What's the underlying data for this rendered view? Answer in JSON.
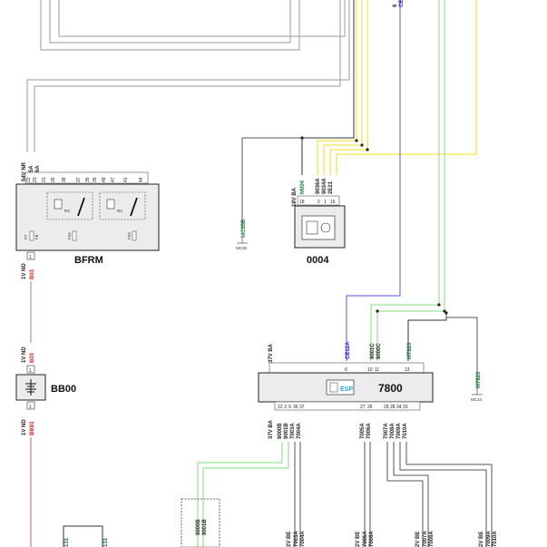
{
  "components": {
    "bfrm": {
      "name": "BFRM",
      "connector": "54V NR",
      "wires": [
        "0085A",
        "0086A"
      ],
      "pins": [
        "22",
        "23",
        "31",
        "26",
        "38",
        "37",
        "35",
        "39",
        "48",
        "47",
        "41",
        "44"
      ],
      "relays": [
        "R3",
        "R2"
      ],
      "fuses": [
        "F7",
        "F8",
        "F24",
        "F23"
      ],
      "lower_connector": "1V ND",
      "lower_pin": "1",
      "lower_wire": "B03"
    },
    "m0004": {
      "name": "0004",
      "connector": "18V BA",
      "wires": [
        "M004",
        "9036A",
        "9034A",
        "2E21"
      ],
      "pins": [
        "18",
        "2",
        "1",
        "16"
      ]
    },
    "mc35": {
      "wire": "MC35B",
      "ground": "MC35"
    },
    "bb00": {
      "name": "BB00",
      "upper_connector": "1V ND",
      "upper_pin": "1",
      "upper_wire": "B03",
      "lower_connector": "1V ND",
      "lower_pin": "1",
      "lower_wire": "BB93"
    },
    "m7800": {
      "name": "7800",
      "badge": "ESP",
      "top_connector": "37V BA",
      "top_pins": [
        "6",
        "10",
        "11",
        "13"
      ],
      "top_wires": [
        "CE12A",
        "9001C",
        "9000C",
        "M7820"
      ],
      "bottom_connector": "37V BA",
      "bottom_pins": [
        "12",
        "3",
        "9",
        "36",
        "37",
        "27",
        "26",
        "29",
        "28",
        "34",
        "33"
      ],
      "bottom_wires": [
        "9000B",
        "9001B",
        "7003A",
        "7004A",
        "7005A",
        "7006A",
        "7007A",
        "7008A",
        "7009A",
        "7010A"
      ]
    },
    "mc14": {
      "wire": "M7820",
      "ground": "MC14"
    },
    "top_labels": [
      "CE",
      "6"
    ],
    "bottom": {
      "plug_wires": [
        "9000B",
        "9001B"
      ],
      "connectors": [
        {
          "label": "2V BE",
          "wires": [
            "7003A",
            "7004A"
          ]
        },
        {
          "label": "2V BE",
          "wires": [
            "7005A",
            "7006A"
          ]
        },
        {
          "label": "2V BE",
          "wires": [
            "7007A",
            "7008A"
          ]
        },
        {
          "label": "2V BE",
          "wires": [
            "7009A",
            "7010A"
          ]
        }
      ],
      "fragments": [
        "131",
        "131"
      ]
    }
  },
  "colors": {
    "wire_black": "#333333",
    "wire_gray": "#9a9a9a",
    "wire_yellow": "#f2dc1c",
    "wire_blue": "#5555cc",
    "wire_green": "#7fdc7f",
    "wire_brown": "#b48a6e",
    "wire_red": "#e05050",
    "box_fill": "#ececec",
    "esp_blue": "#2aa5e0"
  }
}
